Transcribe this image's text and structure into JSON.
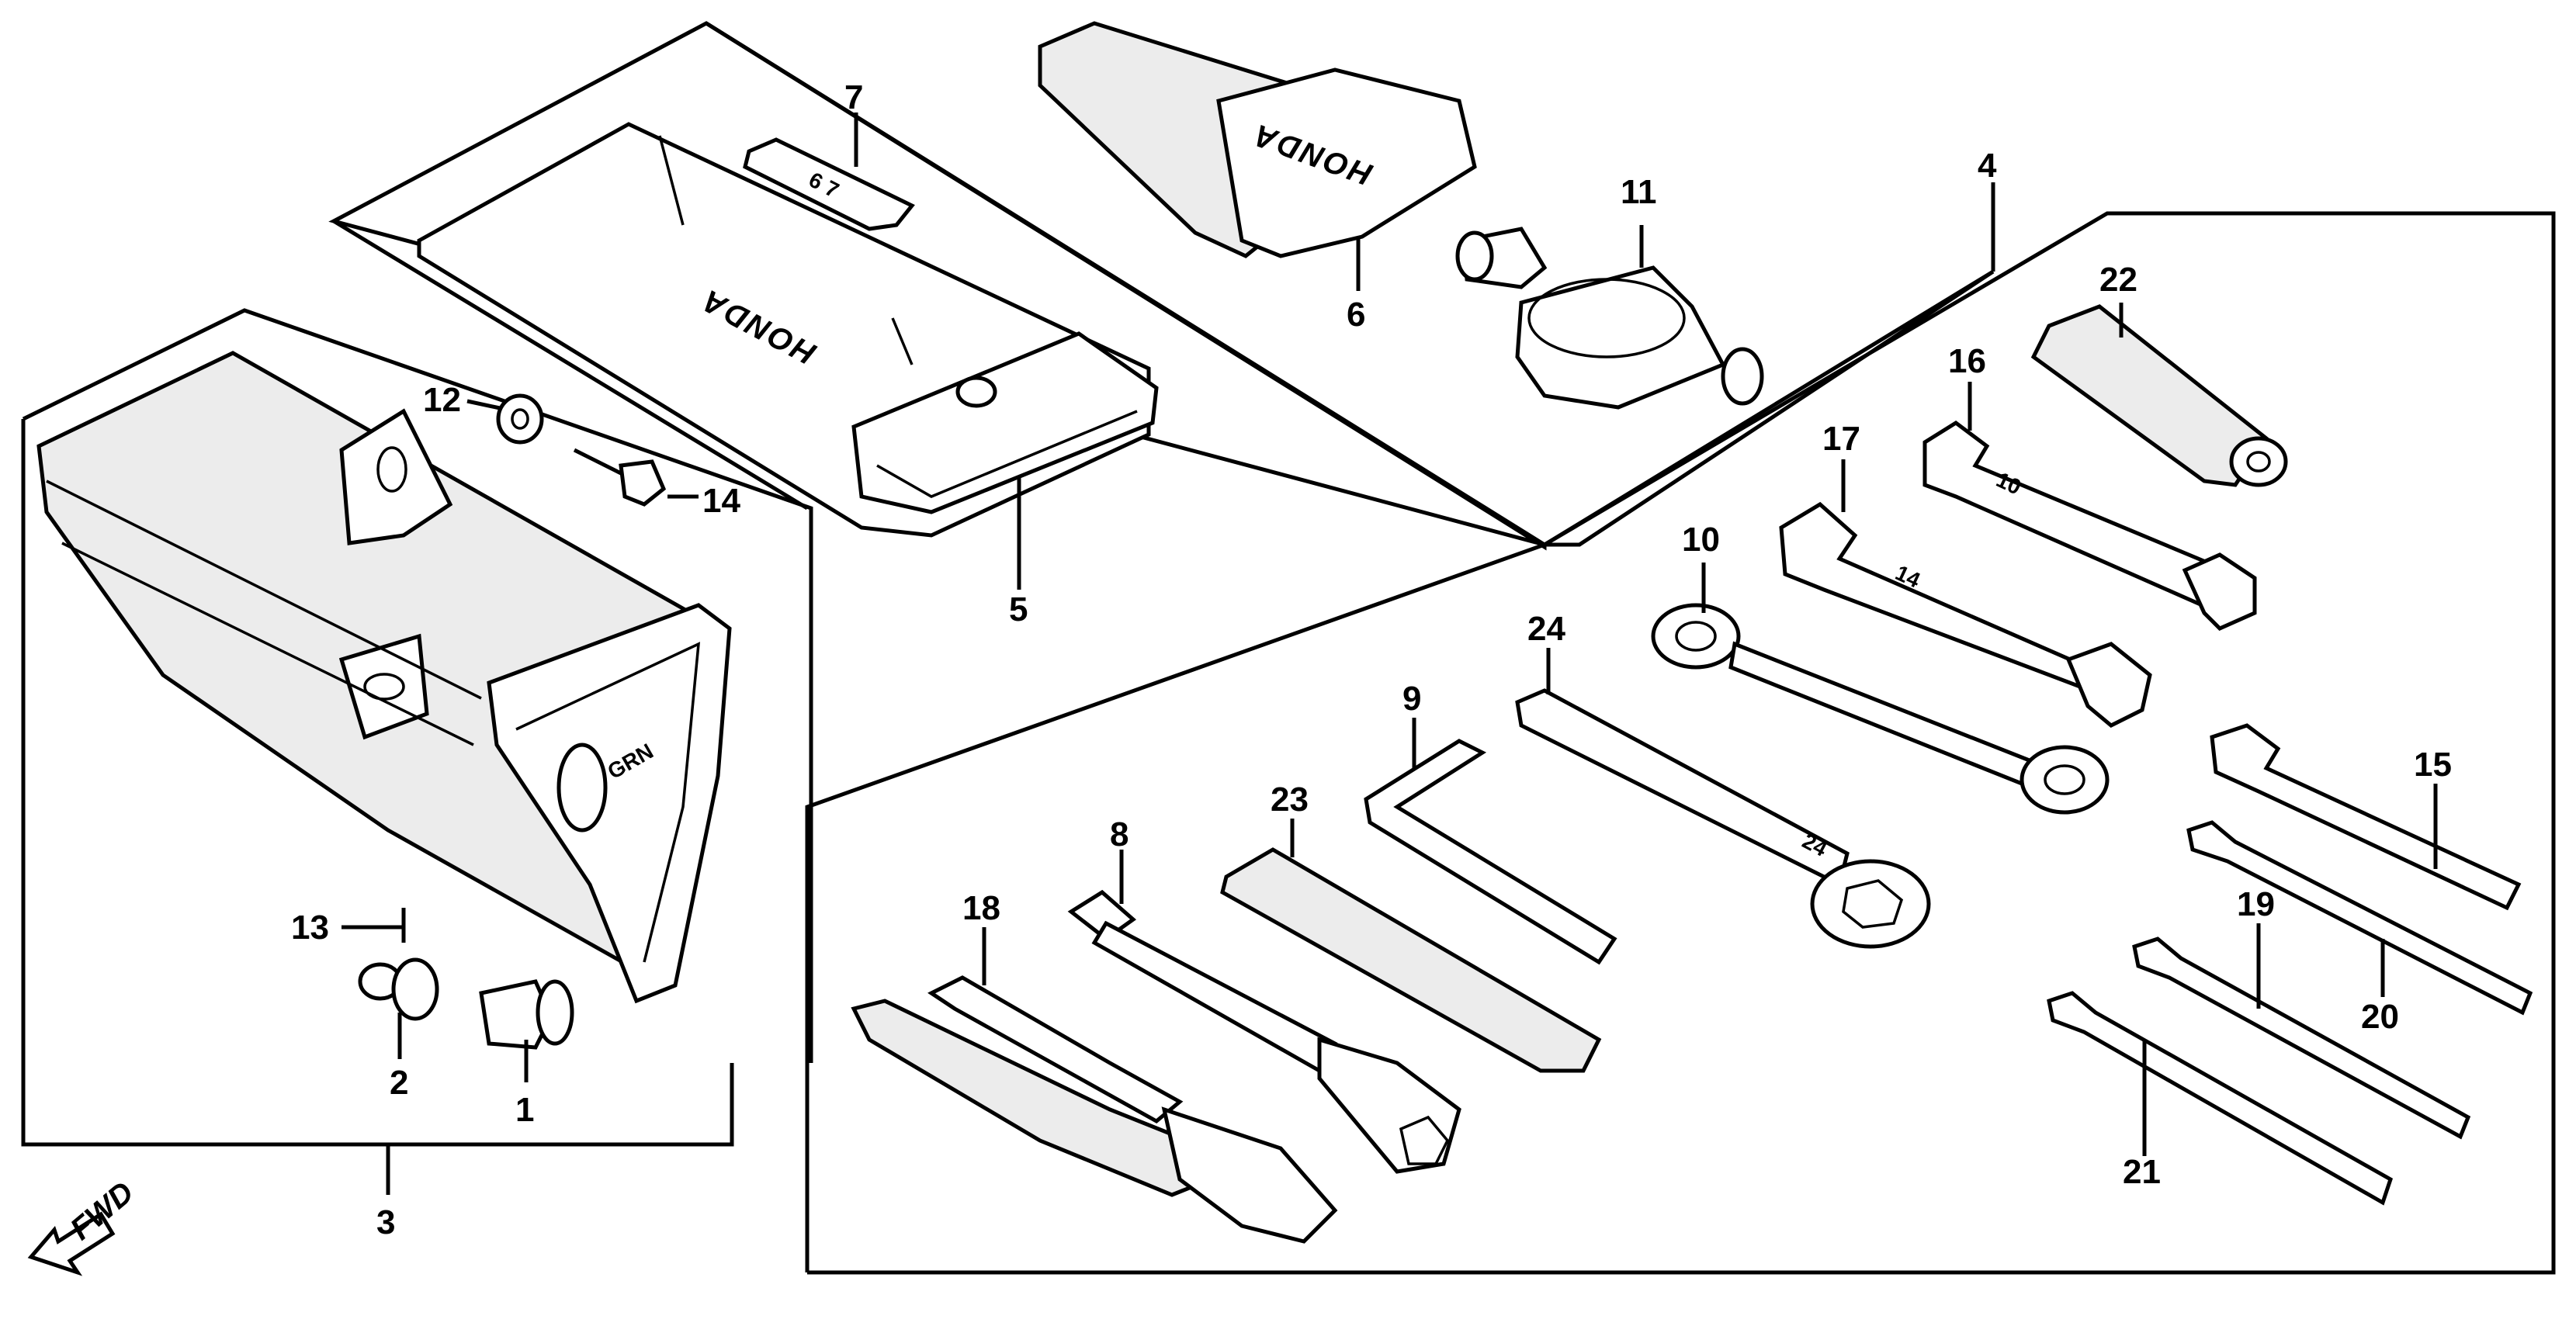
{
  "labels": {
    "l1": "1",
    "l2": "2",
    "l3": "3",
    "l4": "4",
    "l5": "5",
    "l6": "6",
    "l7": "7",
    "l8": "8",
    "l9": "9",
    "l10": "10",
    "l11": "11",
    "l12": "12",
    "l13": "13",
    "l14": "14",
    "l15": "15",
    "l16": "16",
    "l17": "17",
    "l18": "18",
    "l19": "19",
    "l20": "20",
    "l21": "21",
    "l22": "22",
    "l23": "23",
    "l24": "24"
  },
  "direction_label": "FWD",
  "brand_text": "HONDA",
  "case_marking": "GRN",
  "tool_markings": {
    "wrench_24": "24",
    "wrench_17": "14",
    "wrench_16": "10",
    "tag_7": "6 7"
  }
}
